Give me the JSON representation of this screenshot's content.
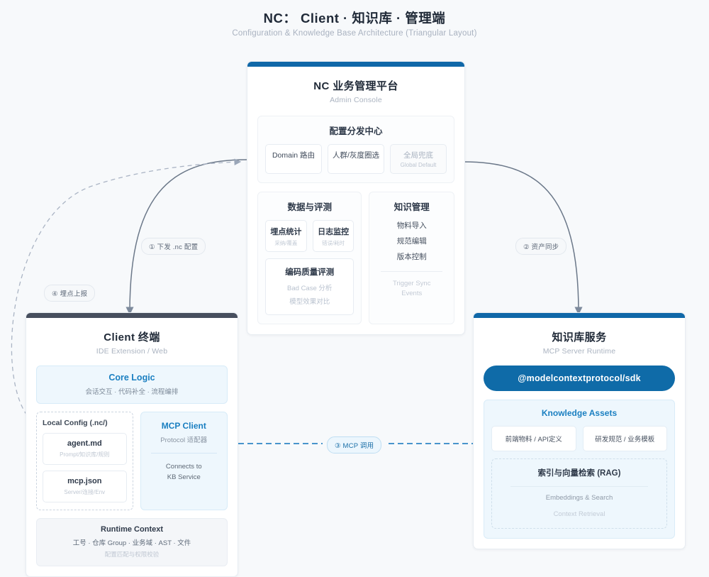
{
  "header": {
    "title": "NC： Client · 知识库 · 管理端",
    "subtitle": "Configuration & Knowledge Base Architecture (Triangular Layout)"
  },
  "colors": {
    "admin_bar": "#1068a8",
    "client_bar": "#474f5e",
    "kb_bar": "#1068a8",
    "accent_blue": "#1a7fc1",
    "sdk_pill": "#0f6ba8",
    "page_background": "#f7f9fb"
  },
  "admin_panel": {
    "title": "NC 业务管理平台",
    "subtitle": "Admin Console",
    "config_center": {
      "title": "配置分发中心",
      "chips": [
        {
          "main": "Domain 路由",
          "sub": ""
        },
        {
          "main": "人群/灰度圈选",
          "sub": ""
        },
        {
          "main": "全局兜底",
          "sub": "Global Default"
        }
      ]
    },
    "data_eval": {
      "title": "数据与评测",
      "metrics": [
        {
          "main": "埋点统计",
          "sub": "采纳/覆盖"
        },
        {
          "main": "日志监控",
          "sub": "错误/耗时"
        }
      ],
      "eval_box": {
        "title": "编码质量评测",
        "lines": [
          "Bad Case 分析",
          "模型效果对比"
        ]
      }
    },
    "knowledge_mgmt": {
      "title": "知识管理",
      "items": [
        "物料导入",
        "规范编辑",
        "版本控制"
      ],
      "footer_lines": [
        "Trigger Sync",
        "Events"
      ]
    }
  },
  "client_panel": {
    "title": "Client 终端",
    "subtitle": "IDE Extension / Web",
    "core_logic": {
      "title": "Core Logic",
      "subtitle": "会话交互 · 代码补全 · 流程编排"
    },
    "local_config": {
      "title": "Local Config (.nc/)",
      "files": [
        {
          "name": "agent.md",
          "sub": "Prompt/知识库/规则"
        },
        {
          "name": "mcp.json",
          "sub": "Server/连接/Env"
        }
      ]
    },
    "mcp_client": {
      "title": "MCP Client",
      "subtitle": "Protocol 适配器",
      "footer_lines": [
        "Connects to",
        "KB Service"
      ]
    },
    "runtime_context": {
      "title": "Runtime Context",
      "line": "工号 · 仓库 Group · 业务域 · AST · 文件",
      "sub": "配置匹配与权限校验"
    }
  },
  "kb_panel": {
    "title": "知识库服务",
    "subtitle": "MCP Server Runtime",
    "sdk_pill": "@modelcontextprotocol/sdk",
    "knowledge_assets": {
      "title": "Knowledge Assets",
      "cards": [
        "前端物料 / API定义",
        "研发规范 / 业务模板"
      ]
    },
    "rag": {
      "title": "索引与向量检索 (RAG)",
      "line1": "Embeddings & Search",
      "line2": "Context Retrieval"
    }
  },
  "edges": [
    {
      "id": "edge-1",
      "label": "① 下发 .nc 配置",
      "style": "solid"
    },
    {
      "id": "edge-2",
      "label": "② 资产同步",
      "style": "solid"
    },
    {
      "id": "edge-3",
      "label": "③ MCP 调用",
      "style": "dashed-blue"
    },
    {
      "id": "edge-4",
      "label": "④ 埋点上报",
      "style": "dashed"
    }
  ]
}
